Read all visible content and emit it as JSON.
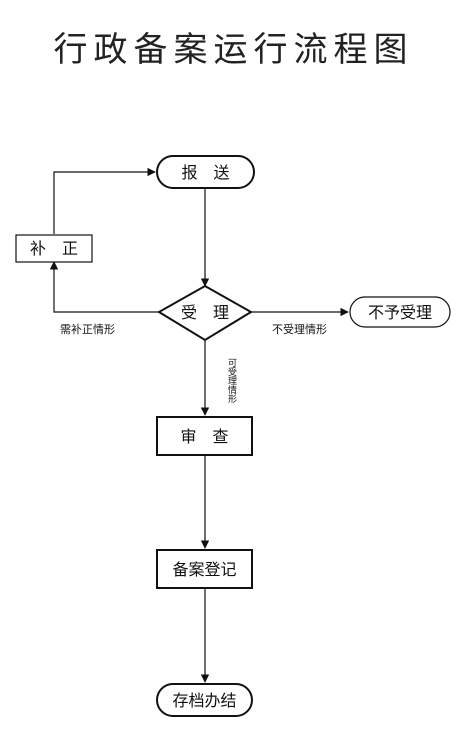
{
  "title": "行政备案运行流程图",
  "nodes": {
    "submit": "报　送",
    "correction": "补　正",
    "accept": "受　理",
    "reject": "不予受理",
    "review": "审　查",
    "register": "备案登记",
    "archive": "存档办结"
  },
  "edges": {
    "needs_correction": "需补正情形",
    "not_accepted": "不受理情形",
    "acceptable": "可受理情形"
  }
}
